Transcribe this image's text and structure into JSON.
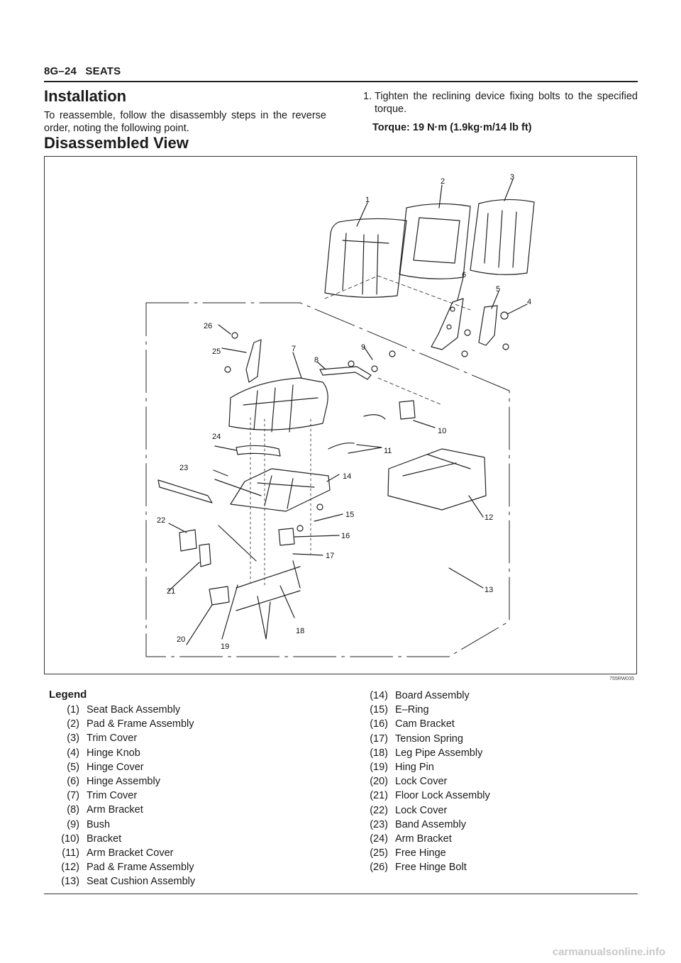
{
  "header": {
    "section_code": "8G–24",
    "section_name": "SEATS"
  },
  "installation": {
    "heading": "Installation",
    "text": "To reassemble, follow the disassembly steps in the reverse order, noting the following point.",
    "step_number": "1.",
    "step_text": "Tighten the reclining device fixing bolts to the specified torque.",
    "torque": "Torque: 19 N·m (1.9kg·m/14 lb ft)"
  },
  "disassembled": {
    "heading": "Disassembled View",
    "figure_code": "755RW035",
    "callouts": [
      "1",
      "2",
      "3",
      "4",
      "5",
      "6",
      "7",
      "8",
      "9",
      "10",
      "11",
      "12",
      "13",
      "14",
      "15",
      "16",
      "17",
      "18",
      "19",
      "20",
      "21",
      "22",
      "23",
      "24",
      "25",
      "26"
    ]
  },
  "legend": {
    "title": "Legend",
    "items": [
      {
        "num": "(1)",
        "name": "Seat Back Assembly"
      },
      {
        "num": "(2)",
        "name": "Pad & Frame Assembly"
      },
      {
        "num": "(3)",
        "name": "Trim Cover"
      },
      {
        "num": "(4)",
        "name": "Hinge Knob"
      },
      {
        "num": "(5)",
        "name": "Hinge Cover"
      },
      {
        "num": "(6)",
        "name": "Hinge Assembly"
      },
      {
        "num": "(7)",
        "name": "Trim Cover"
      },
      {
        "num": "(8)",
        "name": "Arm Bracket"
      },
      {
        "num": "(9)",
        "name": "Bush"
      },
      {
        "num": "(10)",
        "name": "Bracket"
      },
      {
        "num": "(11)",
        "name": "Arm Bracket Cover"
      },
      {
        "num": "(12)",
        "name": "Pad & Frame Assembly"
      },
      {
        "num": "(13)",
        "name": "Seat Cushion Assembly"
      },
      {
        "num": "(14)",
        "name": "Board Assembly"
      },
      {
        "num": "(15)",
        "name": "E–Ring"
      },
      {
        "num": "(16)",
        "name": "Cam Bracket"
      },
      {
        "num": "(17)",
        "name": "Tension Spring"
      },
      {
        "num": "(18)",
        "name": "Leg Pipe Assembly"
      },
      {
        "num": "(19)",
        "name": "Hing Pin"
      },
      {
        "num": "(20)",
        "name": "Lock Cover"
      },
      {
        "num": "(21)",
        "name": "Floor Lock Assembly"
      },
      {
        "num": "(22)",
        "name": "Lock Cover"
      },
      {
        "num": "(23)",
        "name": "Band Assembly"
      },
      {
        "num": "(24)",
        "name": "Arm Bracket"
      },
      {
        "num": "(25)",
        "name": "Free Hinge"
      },
      {
        "num": "(26)",
        "name": "Free Hinge Bolt"
      }
    ]
  },
  "watermark": "carmanualsonline.info"
}
